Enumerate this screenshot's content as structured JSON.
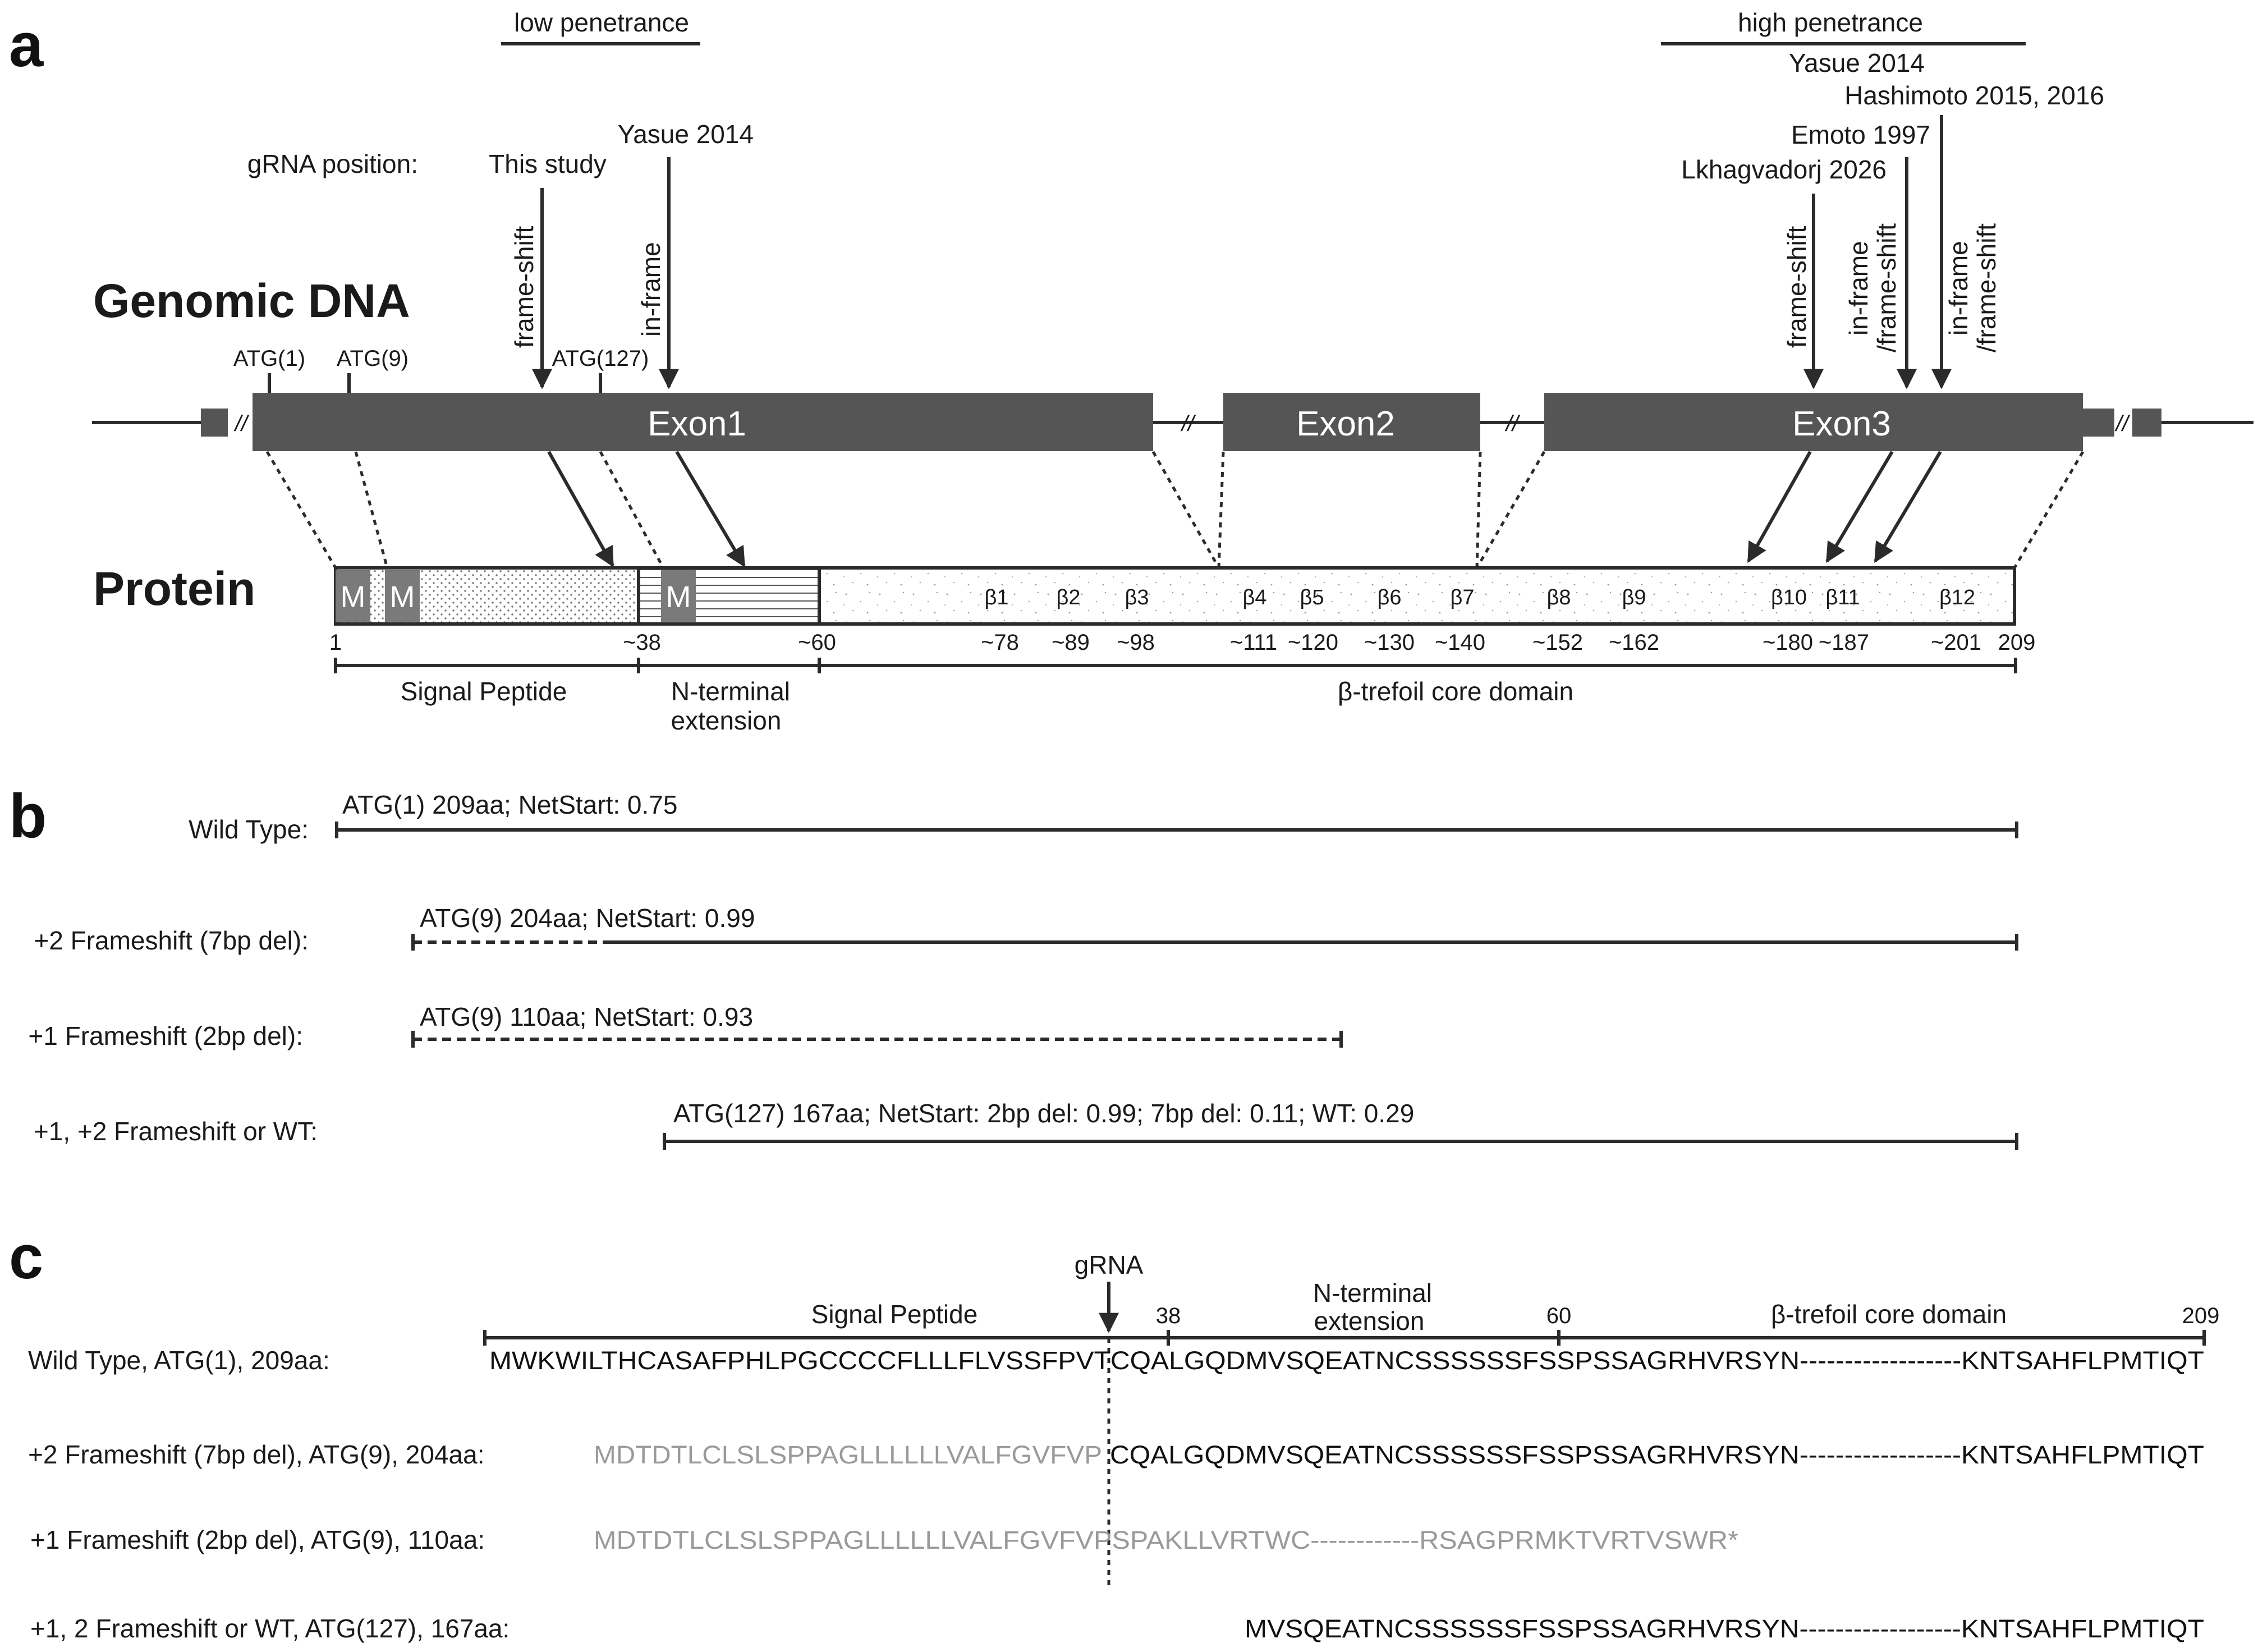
{
  "panel_a": {
    "label": "a",
    "low_penetrance": "low penetrance",
    "high_penetrance": "high penetrance",
    "grna_position_label": "gRNA position:",
    "genomic_dna": "Genomic DNA",
    "protein": "Protein",
    "citations": {
      "this_study": "This study",
      "yasue_left": "Yasue 2014",
      "yasue_right": "Yasue 2014",
      "hashimoto": "Hashimoto 2015, 2016",
      "emoto": "Emoto 1997",
      "lkhagvadorj": "Lkhagvadorj 2026"
    },
    "effects": {
      "frame_shift_1": "frame-shift",
      "in_frame": "in-frame",
      "frame_shift_2": "frame-shift",
      "in_frame_fs_1a": "in-frame",
      "in_frame_fs_1b": "/frame-shift",
      "in_frame_fs_2a": "in-frame",
      "in_frame_fs_2b": "/frame-shift"
    },
    "atg": {
      "atg1": "ATG(1)",
      "atg9": "ATG(9)",
      "atg127": "ATG(127)"
    },
    "exons": [
      "Exon1",
      "Exon2",
      "Exon3"
    ],
    "break_mark": "//",
    "m_letter": "M",
    "betas": [
      "β1",
      "β2",
      "β3",
      "β4",
      "β5",
      "β6",
      "β7",
      "β8",
      "β9",
      "β10",
      "β11",
      "β12"
    ],
    "positions": {
      "p1": "1",
      "p38": "~38",
      "p60": "~60",
      "p78": "~78",
      "p89": "~89",
      "p98": "~98",
      "p111": "~111",
      "p120": "~120",
      "p130": "~130",
      "p140": "~140",
      "p152": "~152",
      "p162": "~162",
      "p180": "~180",
      "p187": "~187",
      "p201": "~201",
      "p209": "209"
    },
    "domains": {
      "signal_peptide": "Signal Peptide",
      "nterm_1": "N-terminal",
      "nterm_2": "extension",
      "core": "β-trefoil core domain"
    }
  },
  "panel_b": {
    "label": "b",
    "rows": [
      {
        "name": "Wild Type:",
        "annotation": "ATG(1) 209aa; NetStart: 0.75"
      },
      {
        "name": "+2 Frameshift (7bp del):",
        "annotation": "ATG(9) 204aa; NetStart: 0.99"
      },
      {
        "name": "+1 Frameshift (2bp del):",
        "annotation": "ATG(9) 110aa; NetStart: 0.93"
      },
      {
        "name": "+1, +2 Frameshift or WT:",
        "annotation": "ATG(127) 167aa; NetStart: 2bp del: 0.99; 7bp del: 0.11; WT: 0.29"
      }
    ]
  },
  "panel_c": {
    "label": "c",
    "grna": "gRNA",
    "signal_peptide": "Signal Peptide",
    "nterm_1": "N-terminal",
    "nterm_2": "extension",
    "core": "β-trefoil core domain",
    "tick38": "38",
    "tick60": "60",
    "tick209": "209",
    "rows": [
      {
        "name": "Wild Type, ATG(1), 209aa:",
        "seq_gray": "",
        "seq_black": "MWKWILTHCASAFPHLPGCCCCFLLLFLVSSFPVTCQALGQDMVSQEATNCSSSSSSFSSPSSAGRHVRSYN------------------KNTSAHFLPMTIQT",
        "seq_tail": ""
      },
      {
        "name": "+2 Frameshift (7bp del), ATG(9), 204aa:",
        "seq_gray": "MDTDTLCLSLSPPAGLLLLLLVALFGVFVP",
        "seq_black": "CQALGQDMVSQEATNCSSSSSSFSSPSSAGRHVRSYN------------------KNTSAHFLPMTIQT",
        "seq_tail": ""
      },
      {
        "name": "+1 Frameshift (2bp del), ATG(9), 110aa:",
        "seq_gray": "MDTDTLCLSLSPPAGLLLLLLVALFGVFVPSPAKLLVRTWC------------RSAGPRMKTVRTVSWR*",
        "seq_black": "",
        "seq_tail": ""
      },
      {
        "name": "+1, 2 Frameshift or WT, ATG(127), 167aa:",
        "seq_gray": "",
        "seq_black": "MVSQEATNCSSSSSSFSSPSSAGRHVRSYN------------------KNTSAHFLPMTIQT",
        "seq_tail": ""
      }
    ]
  },
  "colors": {
    "exon_fill": "#555555",
    "line": "#2b2b2b",
    "gray_seq": "#9a9a9a",
    "m_box": "#7a7a7a"
  }
}
